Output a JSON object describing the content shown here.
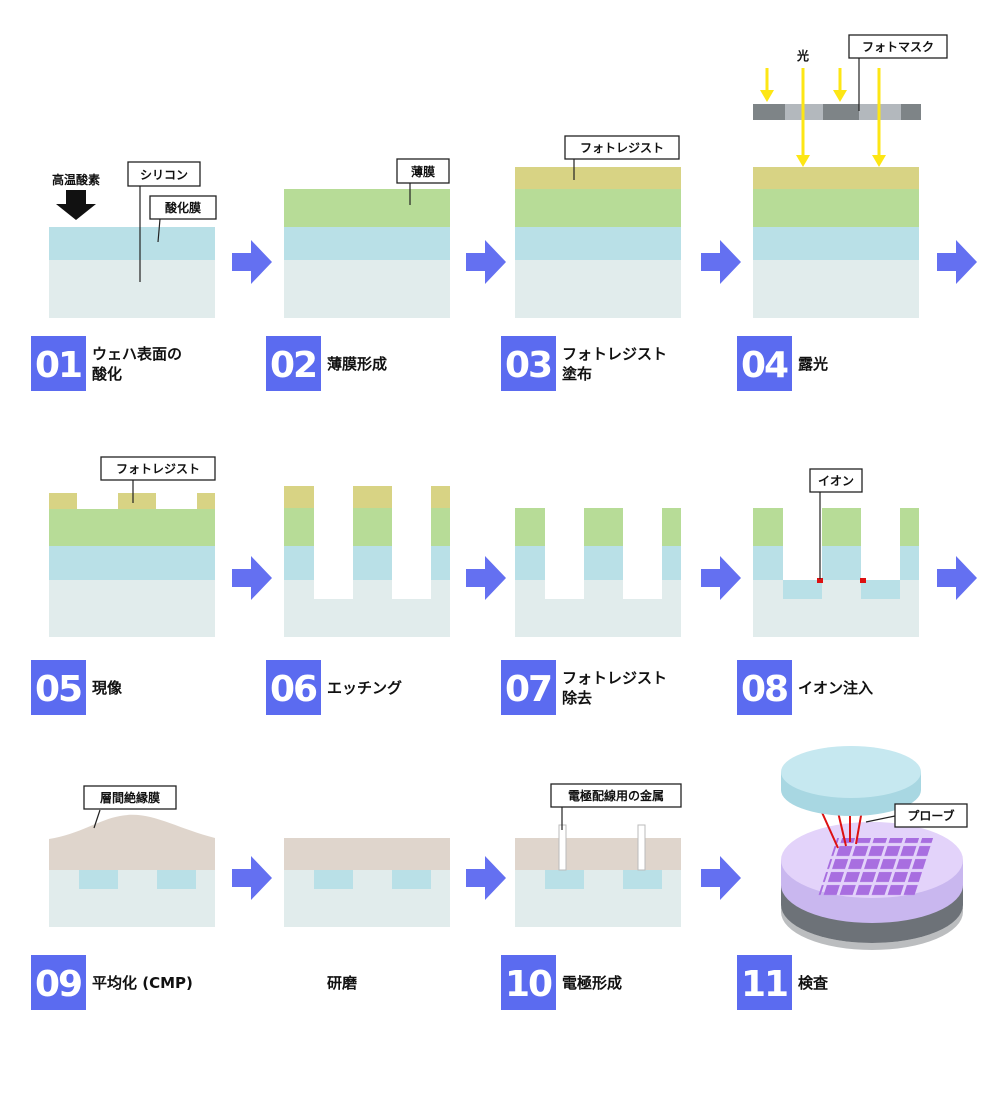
{
  "colors": {
    "silicon": "#e1ecec",
    "oxide": "#b9e0e7",
    "film": "#b7dc97",
    "resist": "#d8d384",
    "interlayer": "#dfd5cc",
    "badge": "#5b6bf0",
    "arrow": "#6470f1",
    "light": "#fde614",
    "ion": "#dd1111",
    "mask_dark": "#7e8487",
    "mask_light": "#b3b8bd"
  },
  "steps": [
    {
      "num": "01",
      "text": [
        "ウェハ表面の",
        "酸化"
      ]
    },
    {
      "num": "02",
      "text": [
        "薄膜形成"
      ]
    },
    {
      "num": "03",
      "text": [
        "フォトレジスト",
        "塗布"
      ]
    },
    {
      "num": "04",
      "text": [
        "露光"
      ]
    },
    {
      "num": "05",
      "text": [
        "現像"
      ]
    },
    {
      "num": "06",
      "text": [
        "エッチング"
      ]
    },
    {
      "num": "07",
      "text": [
        "フォトレジスト",
        "除去"
      ]
    },
    {
      "num": "08",
      "text": [
        "イオン注入"
      ]
    },
    {
      "num": "09",
      "text": [
        "平均化 (CMP)"
      ]
    },
    {
      "num": "",
      "text": [
        "研磨"
      ]
    },
    {
      "num": "10",
      "text": [
        "電極形成"
      ]
    },
    {
      "num": "11",
      "text": [
        "検査"
      ]
    }
  ],
  "labels": {
    "high_temp_oxygen": "高温酸素",
    "silicon": "シリコン",
    "oxide_film": "酸化膜",
    "thin_film": "薄膜",
    "photoresist": "フォトレジスト",
    "light": "光",
    "photomask": "フォトマスク",
    "ion": "イオン",
    "interlayer_dielectric": "層間絶縁膜",
    "electrode_metal": "電極配線用の金属",
    "probe": "プローブ"
  }
}
